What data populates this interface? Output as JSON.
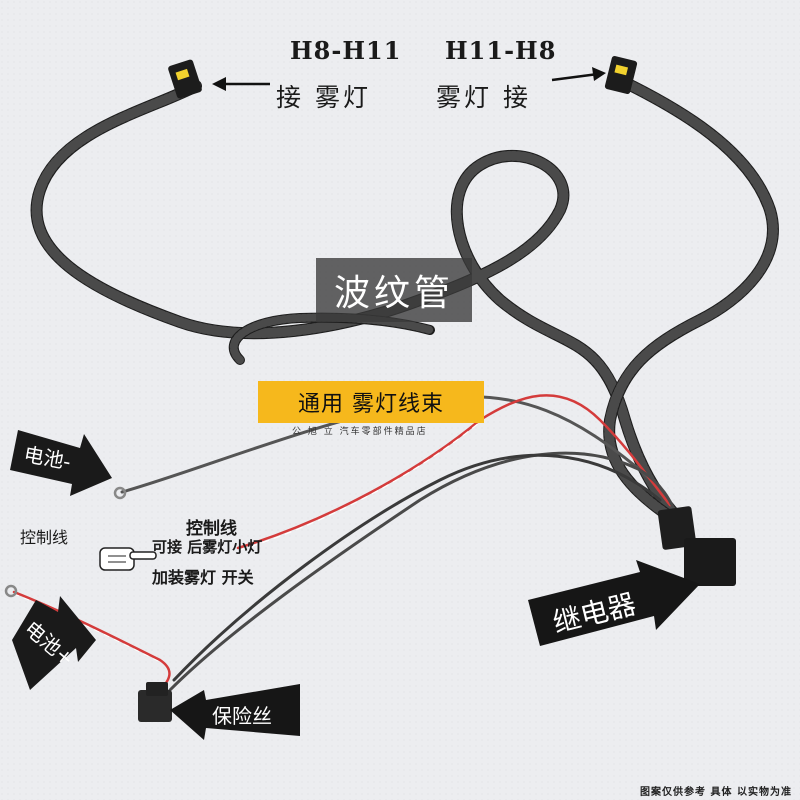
{
  "connectors": {
    "left_title": "H8-H11",
    "left_sub": "接 雾灯",
    "right_title": "H11-H8",
    "right_sub": "雾灯 接"
  },
  "bellows_label": "波纹管",
  "banner": {
    "title": "通用 雾灯线束",
    "shop": "公 旭 立 汽车零部件精品店"
  },
  "arrows": {
    "battery_minus": "电池-",
    "battery_plus": "电池+",
    "relay": "继电器",
    "fuse": "保险丝"
  },
  "control": {
    "left_label": "控制线",
    "title": "控制线",
    "line1": "可接 后雾灯小灯",
    "line2": "加装雾灯 开关"
  },
  "footnote": "图案仅供参考 具体 以实物为准",
  "colors": {
    "background": "#ecedf0",
    "banner": "#f6b81c",
    "cable": "#202020",
    "red_wire": "#d43b3b"
  }
}
